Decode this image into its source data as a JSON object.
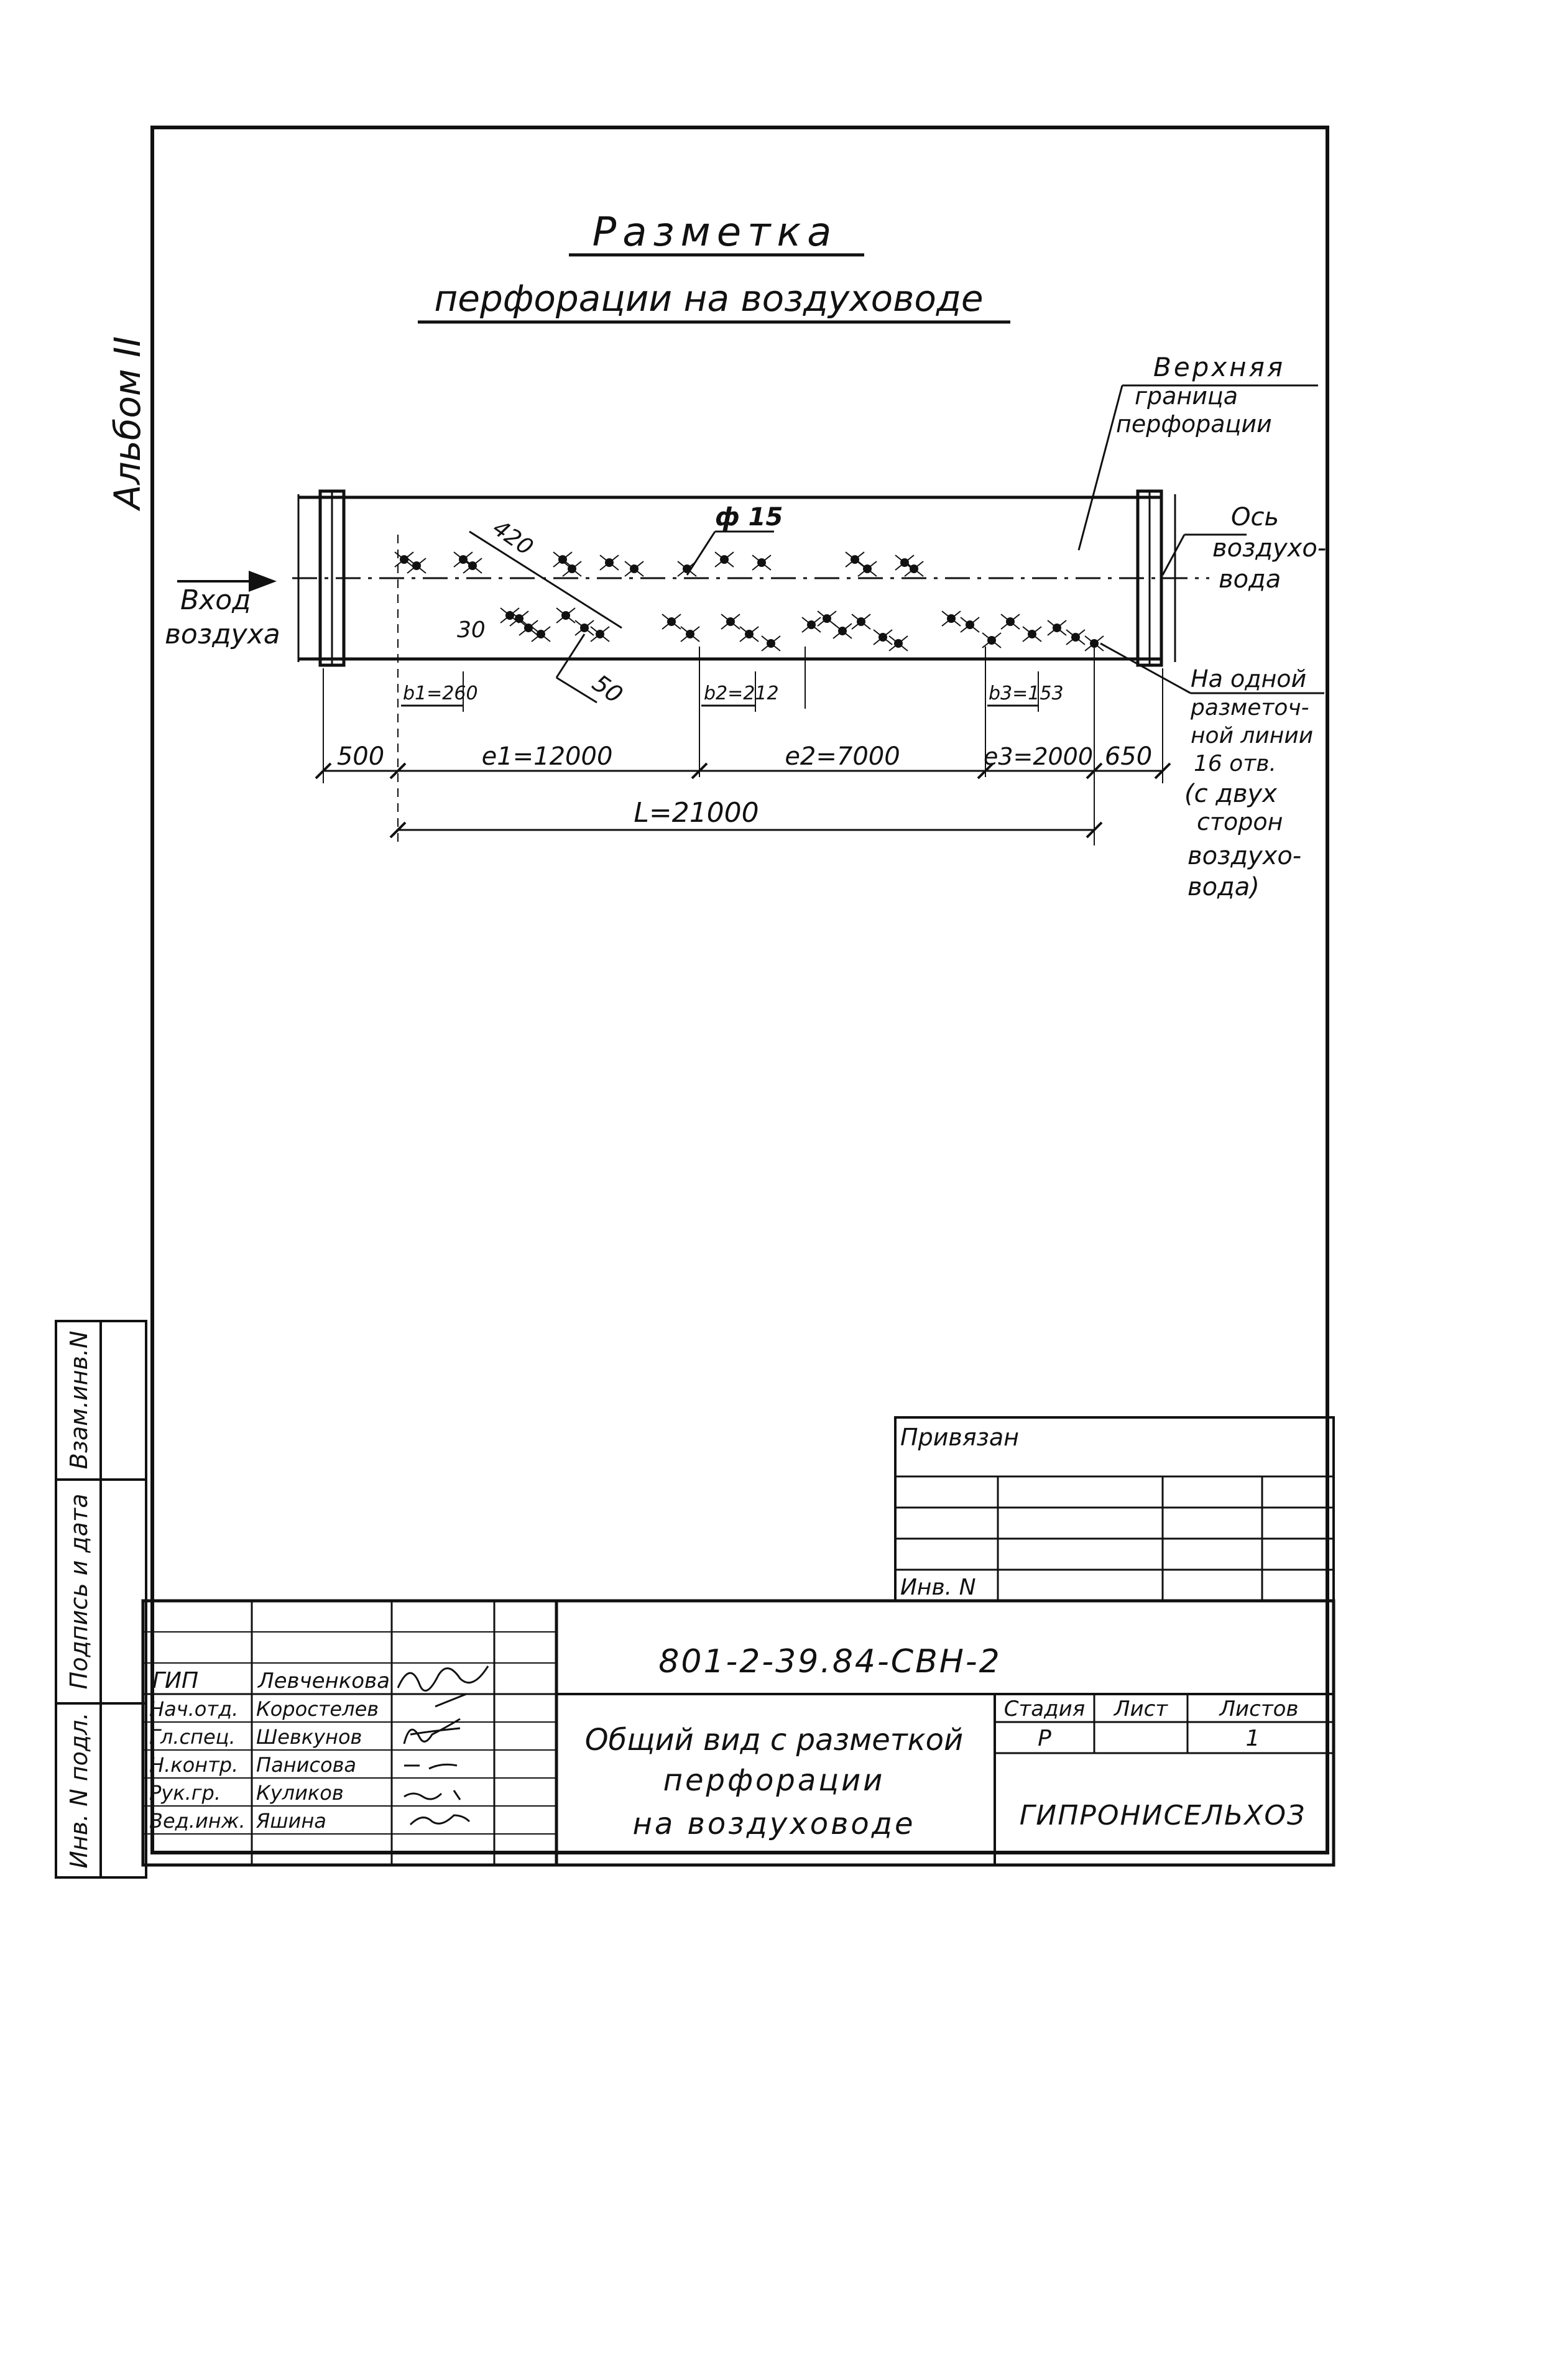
{
  "title": {
    "line1": "Разметка",
    "line2": "перфорации на воздуховоде"
  },
  "album": "Альбом II",
  "labels": {
    "upper_boundary": [
      "Верхняя",
      "граница",
      "перфорации"
    ],
    "axis": [
      "Ось",
      "воздухо-",
      "вода"
    ],
    "air_inlet": [
      "Вход",
      "воздуха"
    ],
    "hole_diameter": "ф 15",
    "dim_420": "420",
    "dim_30": "30",
    "dim_50": "50",
    "b1": "b1=260",
    "b2": "b2=212",
    "b3": "b3=153",
    "note": [
      "На одной",
      "разметоч-",
      "ной линии",
      "16 отв.",
      "(с двух",
      "сторон",
      "воздухо-",
      "вода)"
    ]
  },
  "dimensions": {
    "left_margin": "500",
    "l1": "e1=12000",
    "l2": "e2=7000",
    "l3": "e3=2000",
    "right_margin": "650",
    "total": "L=21000"
  },
  "side_stamp": {
    "col1": "Взам.инв.N",
    "col2": "Подпись и дата",
    "col3": "Инв. N подл."
  },
  "privyazan": {
    "title": "Привязан",
    "inv": "Инв. N"
  },
  "title_block": {
    "code": "801-2-39.84-СВН-2",
    "description": [
      "Общий вид с разметкой",
      "перфорации",
      "на воздуховоде"
    ],
    "stage_header": "Стадия",
    "sheet_header": "Лист",
    "sheets_header": "Листов",
    "stage": "Р",
    "sheet": "",
    "sheets": "1",
    "org": "ГИПРОНИСЕЛЬХОЗ",
    "staff": [
      {
        "role": "ГИП",
        "name": "Левченкова"
      },
      {
        "role": "Нач.отд.",
        "name": "Коростелев"
      },
      {
        "role": "Гл.спец.",
        "name": "Шевкунов"
      },
      {
        "role": "Н.контр.",
        "name": "Панисова"
      },
      {
        "role": "Рук.гр.",
        "name": "Куликов"
      },
      {
        "role": "Вед.инж.",
        "name": "Яшина"
      }
    ]
  }
}
